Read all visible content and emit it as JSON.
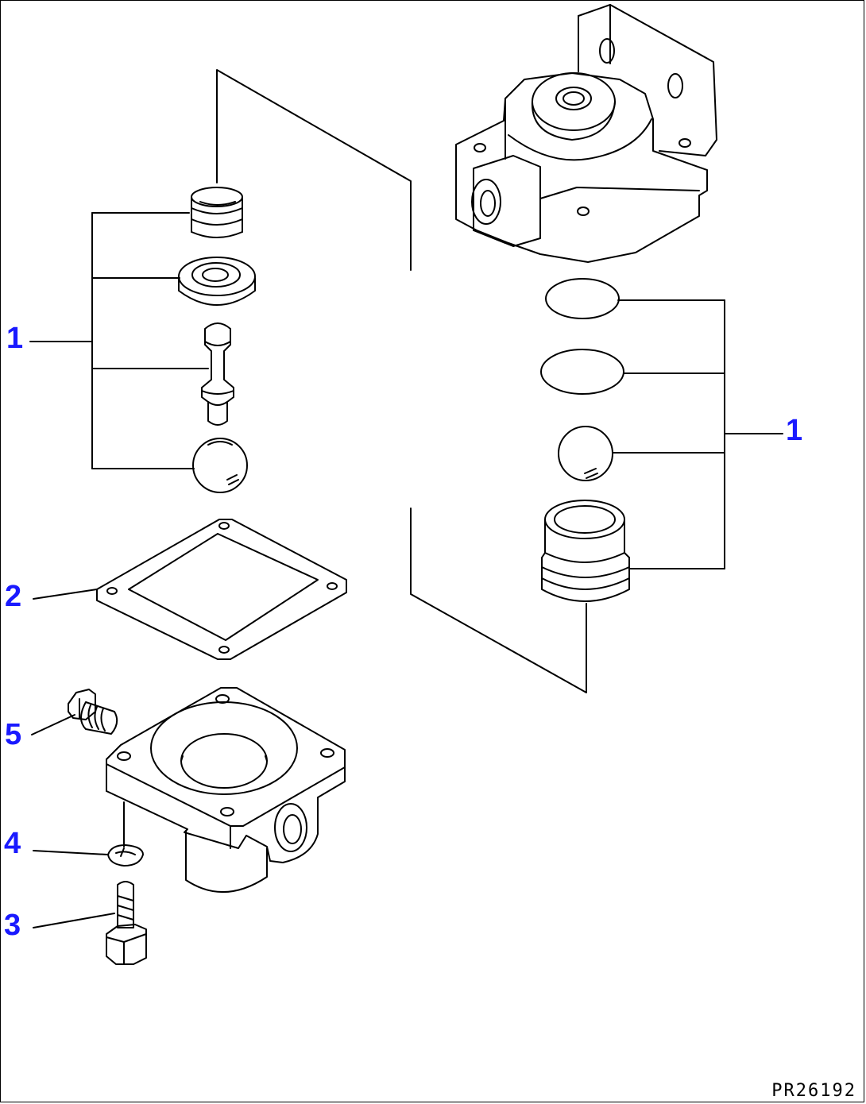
{
  "diagram": {
    "drawing_code": "PR26192",
    "callouts": {
      "left_kit": "1",
      "right_kit": "1",
      "gasket": "2",
      "bolt": "3",
      "washer": "4",
      "plug": "5"
    },
    "ink_color": "#000000",
    "callout_color": "#1a1aff"
  }
}
